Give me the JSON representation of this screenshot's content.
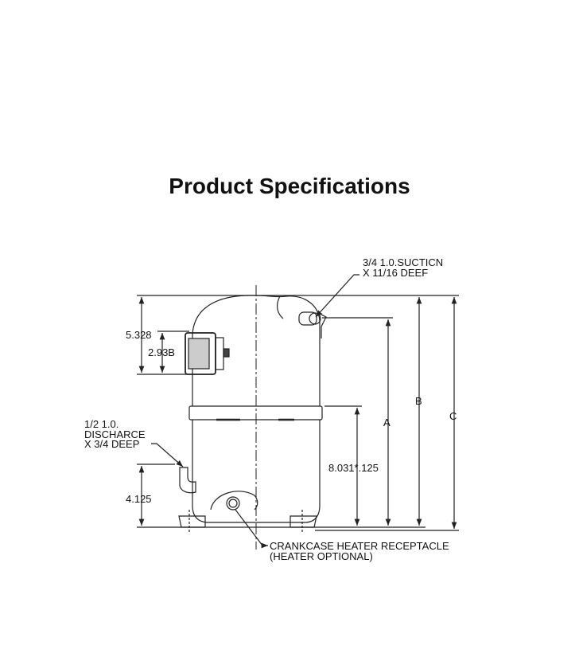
{
  "title": "Product Specifications",
  "labels": {
    "suction_line1": "3/4 1.0.SUCTICN",
    "suction_line2": "X  11/16 DEEF",
    "dim_5328": "5.328",
    "dim_293b": "2.93B",
    "discharge_line1": "1/2 1.0.",
    "discharge_line2": "DISCHARCE",
    "discharge_line3": "X   3/4 DEEP",
    "dim_4125": "4.125",
    "dim_8031": "8.031*.125",
    "dim_a": "A",
    "dim_b": "B",
    "dim_c": "C",
    "crankcase_line1": "CRANKCASE  HEATER  RECEPTACLE",
    "crankcase_line2": "(HEATER  OPTIONAL)"
  }
}
